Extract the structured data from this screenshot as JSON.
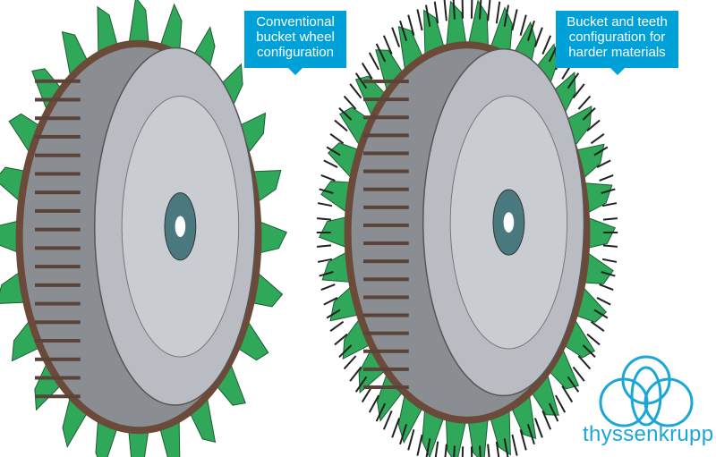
{
  "callouts": {
    "conventional": {
      "lines": [
        "Conventional",
        "bucket wheel",
        "configuration"
      ]
    },
    "teeth": {
      "lines": [
        "Bucket and teeth",
        "configuration for",
        "harder materials"
      ]
    }
  },
  "logo": {
    "text": "thyssenkrupp"
  },
  "colors": {
    "accent": "#00a0d8",
    "bucket": "#2fa85a",
    "ring": "#6b4a3a",
    "disc": "#b9bcc2"
  }
}
